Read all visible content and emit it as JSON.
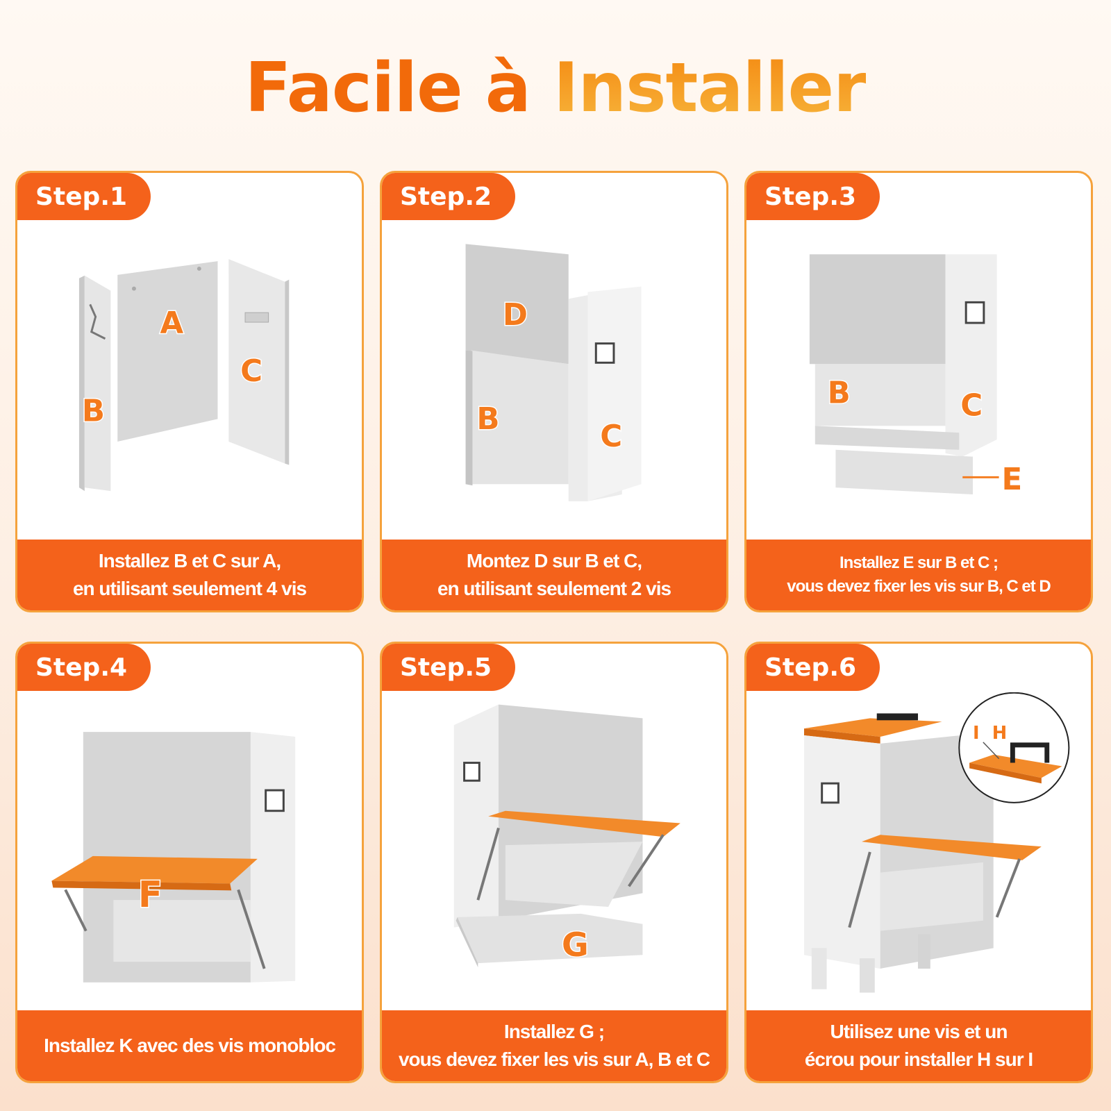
{
  "title": {
    "part1": "Facile à",
    "part2": "Installer"
  },
  "steps": [
    {
      "tab": "Step.1",
      "line1": "Installez B et C sur A,",
      "line2": "en utilisant seulement 4 vis",
      "labels": {
        "a": "A",
        "b": "B",
        "c": "C"
      }
    },
    {
      "tab": "Step.2",
      "line1": "Montez D sur B et C,",
      "line2": "en utilisant seulement 2 vis",
      "labels": {
        "d": "D",
        "b": "B",
        "c": "C"
      }
    },
    {
      "tab": "Step.3",
      "line1": "Installez E sur B et C ;",
      "line2": "vous devez fixer les vis sur B, C et D",
      "labels": {
        "b": "B",
        "c": "C",
        "e": "E"
      }
    },
    {
      "tab": "Step.4",
      "line1": "Installez K avec des vis monobloc",
      "line2": "",
      "labels": {
        "f": "F"
      }
    },
    {
      "tab": "Step.5",
      "line1": "Installez G ;",
      "line2": "vous devez fixer les vis sur A, B et C",
      "labels": {
        "g": "G"
      }
    },
    {
      "tab": "Step.6",
      "line1": "Utilisez une vis et un",
      "line2": "écrou pour installer H sur I",
      "labels": {
        "i": "I",
        "h": "H"
      }
    }
  ],
  "colors": {
    "accent": "#f4621b",
    "border": "#f5a23c",
    "shelf": "#f28a2a",
    "panel": "#d7d7d7"
  }
}
